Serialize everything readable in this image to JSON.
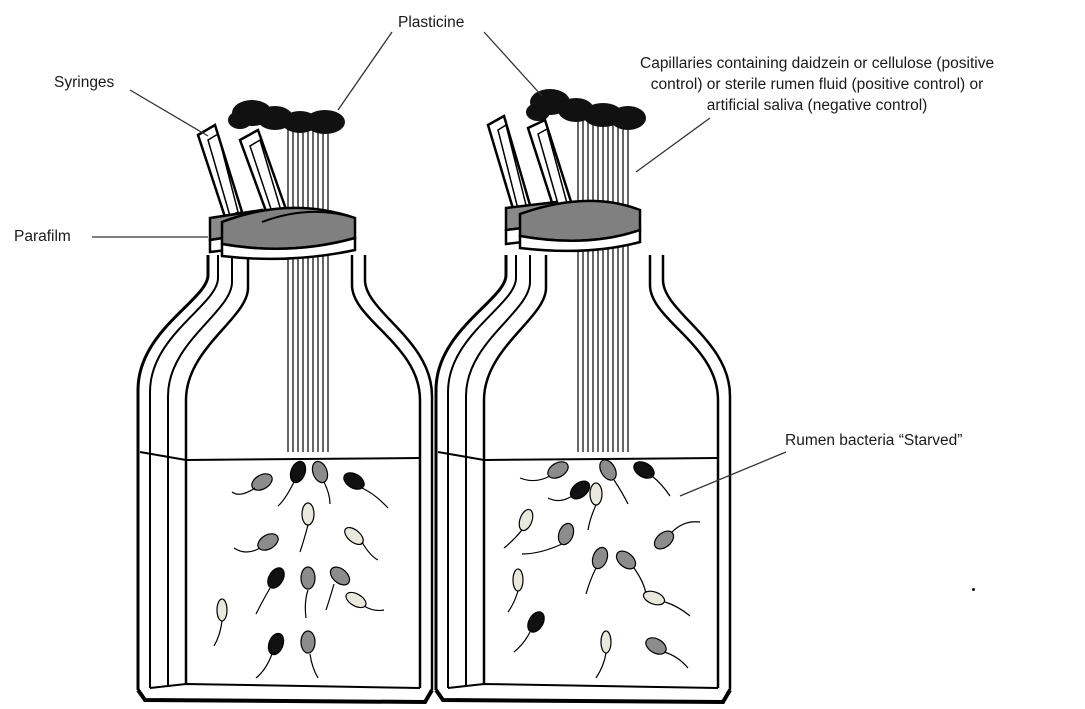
{
  "labels": {
    "syringes": "Syringes",
    "plasticine": "Plasticine",
    "parafilm": "Parafilm",
    "capillaries_line1": "Capillaries containing daidzein or cellulose (positive",
    "capillaries_line2": "control) or sterile rumen fluid (positive control) or",
    "capillaries_line3": "artificial saliva (negative control)",
    "rumen_bacteria": "Rumen bacteria “Starved”"
  },
  "colors": {
    "outline": "#000000",
    "cap_fill": "#808080",
    "plasticine_fill": "#111111",
    "bacteria_dark": "#111111",
    "bacteria_grey": "#8c8c8c",
    "bacteria_light": "#e8e8dc"
  }
}
